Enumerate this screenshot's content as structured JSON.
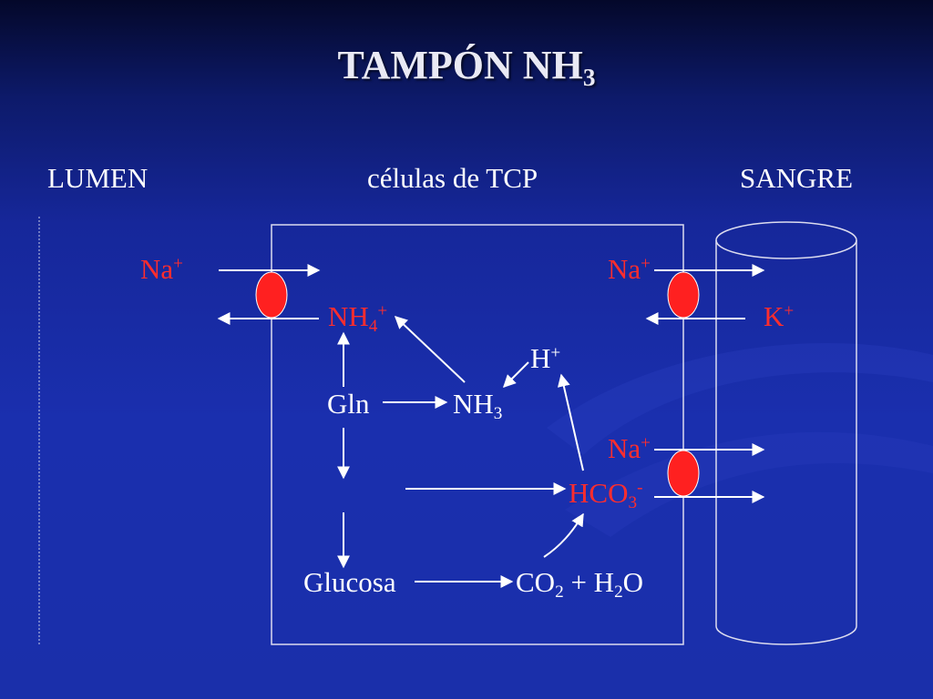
{
  "slide": {
    "title": "TAMPÓN NH",
    "title_sub": "3",
    "headers": {
      "lumen": "LUMEN",
      "cells": "células de TCP",
      "blood": "SANGRE"
    }
  },
  "labels": {
    "na_lumen": {
      "text": "Na",
      "sup": "+"
    },
    "nh4": {
      "text": "NH",
      "sub": "4",
      "sup": "+"
    },
    "na_blood_1": {
      "text": "Na",
      "sup": "+"
    },
    "k_plus": {
      "text": "K",
      "sup": "+"
    },
    "h_plus": {
      "text": "H",
      "sup": "+"
    },
    "gln": {
      "text": "Gln"
    },
    "nh3": {
      "text": "NH",
      "sub": "3"
    },
    "na_blood_2": {
      "text": "Na",
      "sup": "+"
    },
    "hco3": {
      "text": "HCO",
      "sub": "3",
      "sup": "-"
    },
    "glucosa": {
      "text": "Glucosa"
    },
    "co2_h2o": {
      "text1": "CO",
      "sub1": "2",
      "text2": " + H",
      "sub2": "2",
      "text3": "O"
    }
  },
  "colors": {
    "background": "#1a2fae",
    "ion_text": "#ff2d2d",
    "transporter": "#ff2020",
    "lines": "#ffffff"
  }
}
